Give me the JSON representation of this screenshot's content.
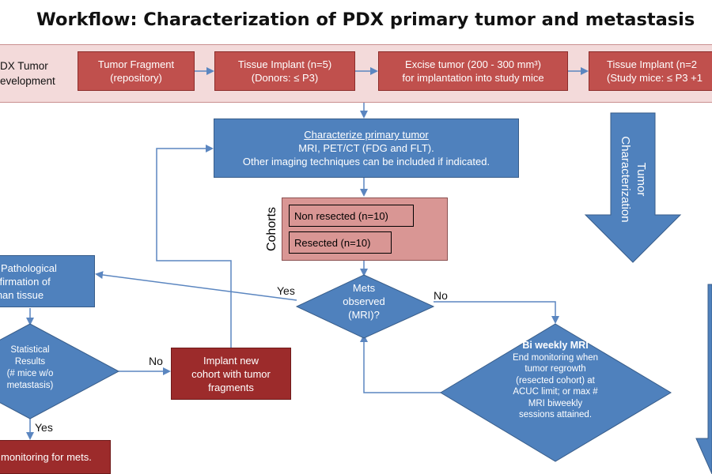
{
  "title": "Workflow: Characterization of PDX primary tumor and metastasis",
  "band": {
    "label_line1": "DX Tumor",
    "label_line2": "evelopment",
    "steps": [
      {
        "line1": "Tumor Fragment",
        "line2": "(repository)"
      },
      {
        "line1": "Tissue Implant (n=5)",
        "line2": "(Donors: ≤ P3)"
      },
      {
        "line1": "Excise tumor (200 - 300 mm³)",
        "line2": "for implantation into study mice"
      },
      {
        "line1": "Tissue Implant (n=2",
        "line2": "(Study mice: ≤ P3 +1"
      }
    ]
  },
  "characterize": {
    "heading": "Characterize primary tumor",
    "line2": "MRI, PET/CT (FDG and FLT).",
    "line3": "Other imaging techniques can be included if indicated."
  },
  "cohorts": {
    "label": "Cohorts",
    "items": [
      "Non resected (n=10)",
      "Resected (n=10)"
    ]
  },
  "tumor_char": {
    "line1": "Tumor",
    "line2": "Characterization"
  },
  "mets": {
    "line1": "Mets",
    "line2": "observed",
    "line3": "(MRI)?",
    "yes": "Yes",
    "no": "No"
  },
  "pathological": {
    "line1": "Pathological",
    "line2": "onfirmation of",
    "line3": "uman tissue"
  },
  "statistical": {
    "line1": "Statistical",
    "line2": "Results",
    "line3": "(# mice w/o",
    "line4": "metastasis)",
    "yes": "Yes",
    "no": "No"
  },
  "implant_new": {
    "line1": "Implant new",
    "line2": "cohort with tumor",
    "line3": "fragments"
  },
  "biweekly": {
    "heading": "Bi weekly MRI",
    "lines": [
      "End monitoring when",
      "tumor regrowth",
      "(resected cohort) at",
      "ACUC limit; or max #",
      "MRI biweekly",
      "sessions attained."
    ]
  },
  "monitoring": {
    "text": "monitoring for mets."
  },
  "colors": {
    "red": "#c0504d",
    "dark_red": "#9c2b2b",
    "blue": "#4f81bd",
    "pink": "#d99694",
    "band": "#f3dada"
  }
}
